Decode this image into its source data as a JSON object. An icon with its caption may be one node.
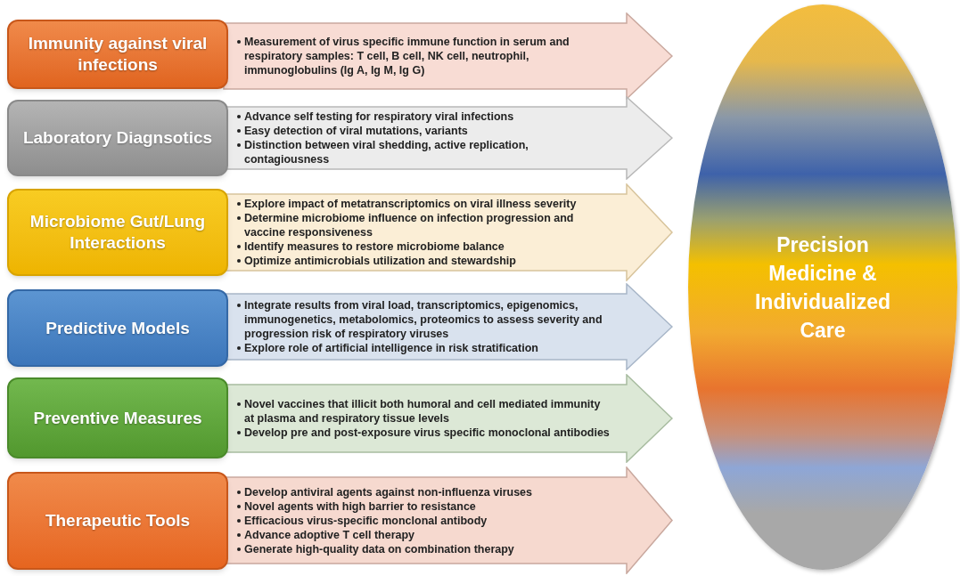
{
  "diagram": {
    "nodes": [
      {
        "text": [
          "Immunity against viral infections"
        ]
      },
      {
        "text": [
          "Measurement of virus specific immune function in serum and respiratory samples: T cell, B cell, NK cell, neutrophil, immunoglobulins (Ig A, Ig M, Ig G)"
        ]
      },
      {
        "text": [
          "Laboratory Diagnsotics"
        ]
      },
      {
        "text": [
          "Advance self testing for respiratory viral infections",
          "Easy detection of viral mutations, variants",
          "Distinction between viral shedding, active replication, contagiousness"
        ]
      },
      {
        "text": [
          "Microbiome Gut/Lung Interactions"
        ]
      },
      {
        "text": [
          "Explore impact of metatranscriptomics on viral illness severity",
          "Determine microbiome influence on infection progression and vaccine responsiveness",
          "Identify measures to restore microbiome balance",
          "Optimize antimicrobials utilization and stewardship"
        ]
      },
      {
        "text": [
          "Predictive Models"
        ]
      },
      {
        "text": [
          "Integrate results from viral load, transcriptomics, epigenomics, immunogenetics, metabolomics, proteomics to assess severity and progression risk of respiratory viruses",
          "Explore role of artificial intelligence in risk stratification"
        ]
      },
      {
        "text": [
          "Preventive Measures"
        ]
      },
      {
        "text": [
          "Novel vaccines that illicit both humoral and cell mediated immunity at plasma and respiratory tissue levels",
          "Develop pre and post-exposure virus specific monoclonal antibodies"
        ]
      },
      {
        "text": [
          "Therapeutic Tools"
        ]
      },
      {
        "text": [
          "Develop antiviral agents against non-influenza viruses",
          "Novel agents with high barrier to resistance",
          "Efficacious virus-specific monclonal antibody",
          "Advance adoptive T cell therapy",
          "Generate high-quality data on combination therapy"
        ]
      },
      {
        "text": [
          "Precision Medicine & Individualized Care"
        ]
      }
    ]
  }
}
